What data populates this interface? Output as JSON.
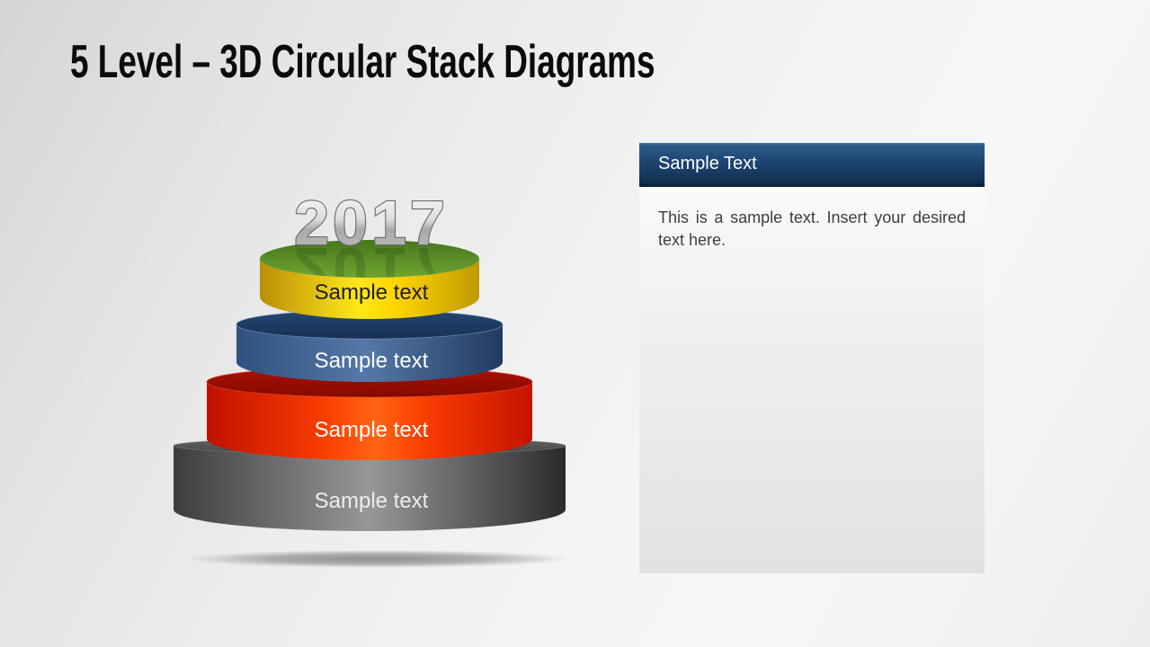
{
  "slide": {
    "title": "5 Level – 3D Circular Stack Diagrams",
    "title_color": "#0b0b0b",
    "background_color": "#ededed"
  },
  "diagram": {
    "year_label": "2017",
    "year_fill_color": "#c8c8c8",
    "levels": [
      {
        "position": "top",
        "label": "Sample text",
        "body_color": "#ffd800",
        "top_color": "#5e8f23",
        "text_color": "#1f1f1f"
      },
      {
        "position": "upper-middle",
        "label": "Sample text",
        "body_color": "#4a6da0",
        "top_color": "#1d4270",
        "text_color": "#ffffff"
      },
      {
        "position": "lower-middle",
        "label": "Sample text",
        "body_color": "#ff4a00",
        "top_color": "#9c0c00",
        "text_color": "#ffffff"
      },
      {
        "position": "bottom",
        "label": "Sample text",
        "body_color": "#6f6f6f",
        "top_color": "#555555",
        "text_color": "#ededed"
      }
    ]
  },
  "panel": {
    "header": "Sample Text",
    "body": "This is a sample text. Insert your desired text here.",
    "header_bg": "#1d4471",
    "header_text_color": "#ffffff",
    "body_text_color": "#3e3e3e"
  }
}
